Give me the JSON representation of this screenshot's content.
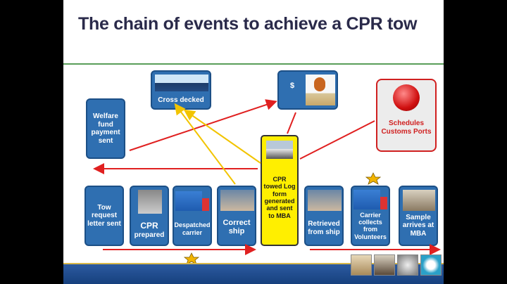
{
  "slide": {
    "title": "The chain of events to achieve a CPR tow"
  },
  "top_boxes": {
    "welfare": "Welfare fund payment sent",
    "cross_decked": "Cross decked",
    "dollar": "$",
    "schedules": "Schedules Customs Ports"
  },
  "center_box": {
    "text": "CPR towed Log form generated and sent to MBA"
  },
  "bottom_boxes": {
    "tow_request": "Tow request letter sent",
    "cpr_prepared_main": "CPR",
    "cpr_prepared_sub": "prepared",
    "despatched": "Despatched carrier",
    "correct_ship": "Correct ship",
    "retrieved": "Retrieved from ship",
    "carrier_collects": "Carrier collects from Volunteers",
    "sample_arrives": "Sample arrives at MBA"
  },
  "colors": {
    "box_blue": "#2f6fb1",
    "arrow_red": "#e02020",
    "arrow_yellow": "#f2c400",
    "center_yellow": "#ffef00"
  },
  "icons": [
    "ship-photo",
    "person-at-desk-photo",
    "red-button-icon",
    "star-icon",
    "truck-photo",
    "people-photo",
    "sample-box-photo",
    "logo-icon"
  ]
}
